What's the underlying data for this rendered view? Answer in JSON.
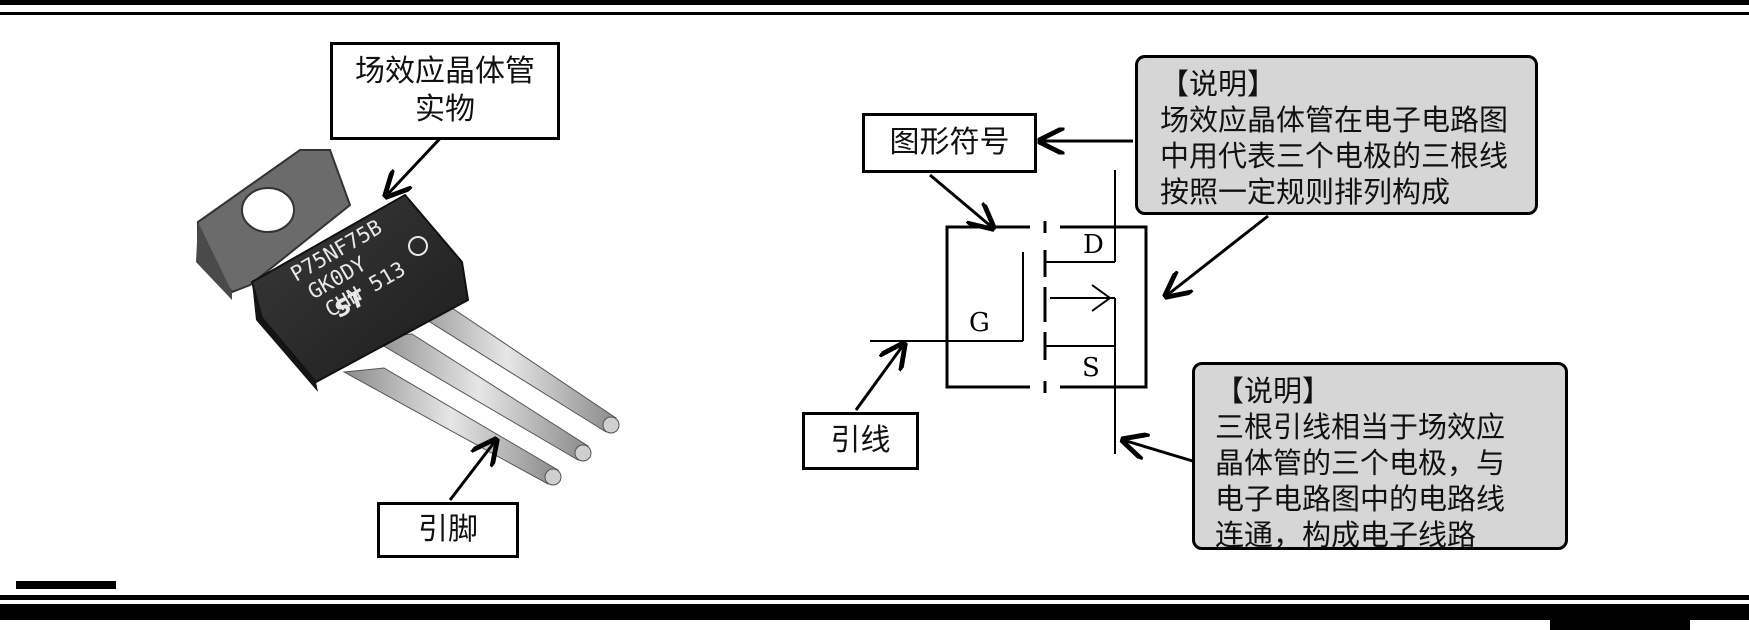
{
  "labels": {
    "photo_title_line1": "场效应晶体管",
    "photo_title_line2": "实物",
    "pins": "引脚",
    "symbol": "图形符号",
    "leads": "引线"
  },
  "symbol_pins": {
    "gate": "G",
    "drain": "D",
    "source": "S"
  },
  "transistor_markings": [
    "P75NF75B",
    "GK0DY",
    "CHN 513"
  ],
  "notes": [
    {
      "title": "【说明】",
      "lines": [
        "场效应晶体管在电子电路图",
        "中用代表三个电极的三根线",
        "按照一定规则排列构成"
      ]
    },
    {
      "title": "【说明】",
      "lines": [
        "三根引线相当于场效应",
        "晶体管的三个电极，与",
        "电子电路图中的电路线",
        "连通，构成电子线路"
      ]
    }
  ],
  "colors": {
    "note_fill": "#d6d6d6",
    "package_body": "#2e2e2e",
    "heatsink": "#6b6b6b",
    "lead": "#bdbdbd"
  }
}
